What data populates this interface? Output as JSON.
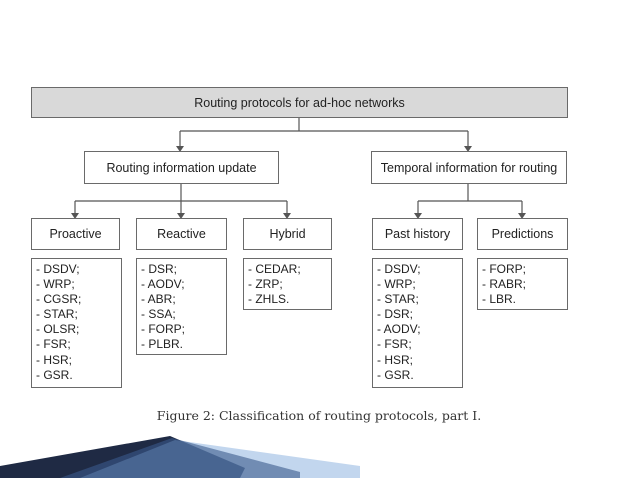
{
  "diagram": {
    "root": "Routing protocols for ad-hoc networks",
    "level1": [
      "Routing information update",
      "Temporal information for routing"
    ],
    "categories": [
      "Proactive",
      "Reactive",
      "Hybrid",
      "Past history",
      "Predictions"
    ],
    "lists": {
      "proactive": [
        "- DSDV;",
        "- WRP;",
        "- CGSR;",
        "- STAR;",
        "- OLSR;",
        "- FSR;",
        "- HSR;",
        "- GSR."
      ],
      "reactive": [
        "- DSR;",
        "- AODV;",
        "- ABR;",
        "- SSA;",
        "- FORP;",
        "- PLBR."
      ],
      "hybrid": [
        "- CEDAR;",
        "- ZRP;",
        "- ZHLS."
      ],
      "past_history": [
        "- DSDV;",
        "- WRP;",
        "- STAR;",
        "- DSR;",
        "- AODV;",
        "- FSR;",
        "- HSR;",
        "- GSR."
      ],
      "predictions": [
        "- FORP;",
        "- RABR;",
        "- LBR."
      ]
    }
  },
  "caption": "Figure 2: Classification of routing protocols, part I.",
  "colors": {
    "root_fill": "#d9d9d9",
    "box_border": "#6a6a6a",
    "line": "#555555",
    "decor_dark": "#1f2a44",
    "decor_light": "#5b8dc9"
  }
}
